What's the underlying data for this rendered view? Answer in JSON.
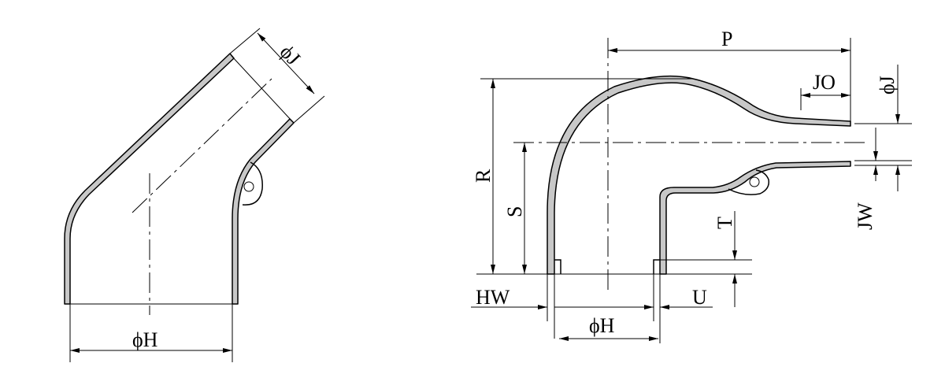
{
  "figure": {
    "left_view": {
      "labels": {
        "phi_j": "ϕJ",
        "phi_h": "ϕH"
      }
    },
    "right_view": {
      "labels": {
        "p": "P",
        "jo": "JO",
        "phi_j": "ϕJ",
        "r": "R",
        "s": "S",
        "t": "T",
        "jw": "JW",
        "hw": "HW",
        "u": "U",
        "phi_h": "ϕH"
      }
    }
  }
}
